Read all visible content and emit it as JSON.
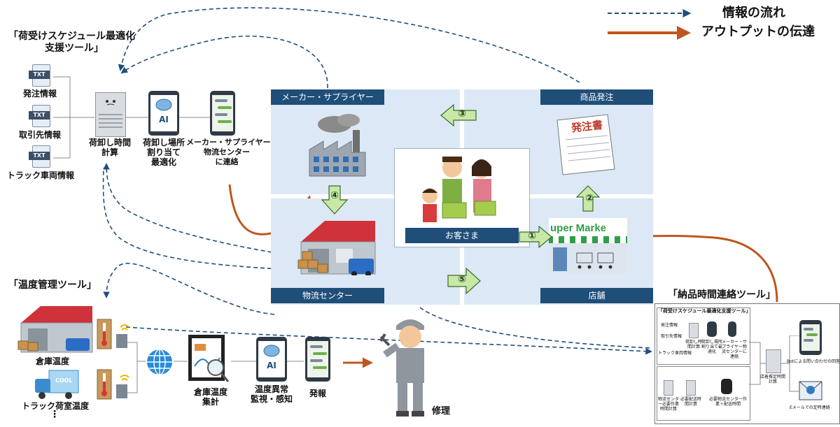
{
  "legend": {
    "info_flow": "情報の流れ",
    "output": "アウトプットの伝達"
  },
  "colors": {
    "info": "#1f4e79",
    "output": "#c0561e",
    "quadrant": "#dce8f5",
    "header": "#1f4e79"
  },
  "schedule_tool": {
    "title_line1": "「荷受けスケジュール最適化",
    "title_line2": "支援ツール」",
    "inputs": [
      "発注情報",
      "取引先情報",
      "トラック車両情報"
    ],
    "txt_label": "TXT",
    "calc_line1": "荷卸し時間",
    "calc_line2": "計算",
    "ai_label": "AI",
    "assign_line1": "荷卸し場所",
    "assign_line2": "割り当て",
    "assign_line3": "最適化",
    "contact_line1": "メーカー・サプライヤー",
    "contact_line2": "物流センター",
    "contact_line3": "に連絡"
  },
  "center": {
    "maker": "メーカー・サプライヤー",
    "order": "商品発注",
    "logistics": "物流センター",
    "store": "店舗",
    "customer": "お客さま",
    "order_doc": "発注書",
    "supermarket": "uper Marke",
    "steps": [
      "①",
      "②",
      "③",
      "④",
      "⑤"
    ]
  },
  "temp_tool": {
    "title": "「温度管理ツール」",
    "warehouse_temp": "倉庫温度",
    "truck_temp": "トラック荷室温度",
    "ellipsis": "⋮",
    "cool": "COOL",
    "agg_line1": "倉庫温度",
    "agg_line2": "集計",
    "ai_label": "AI",
    "mon_line1": "温度異常",
    "mon_line2": "監視・感知",
    "alert": "発報",
    "repair": "修理"
  },
  "delivery_tool": {
    "title": "「納品時間連絡ツール」",
    "inner_title": "「荷受けスケジュール最適化支援ツール」",
    "inner_inputs": [
      "発注情報",
      "取引先情報",
      "トラック車両情報"
    ],
    "inner_calc": "荷卸し時間計算",
    "inner_assign": "荷卸し場所割り当て最適化",
    "inner_contact": "メーカー・サプライヤー物流センターに連絡",
    "store_calc": "店着推定時間計算",
    "bot": "Botによる問い合わせの回答",
    "email": "Eメールでの定時連絡",
    "lower1": "物流センター必要作業時間計算",
    "lower2": "必要配送時間計算",
    "lower3": "必要物流センター作業＋配送時間"
  }
}
